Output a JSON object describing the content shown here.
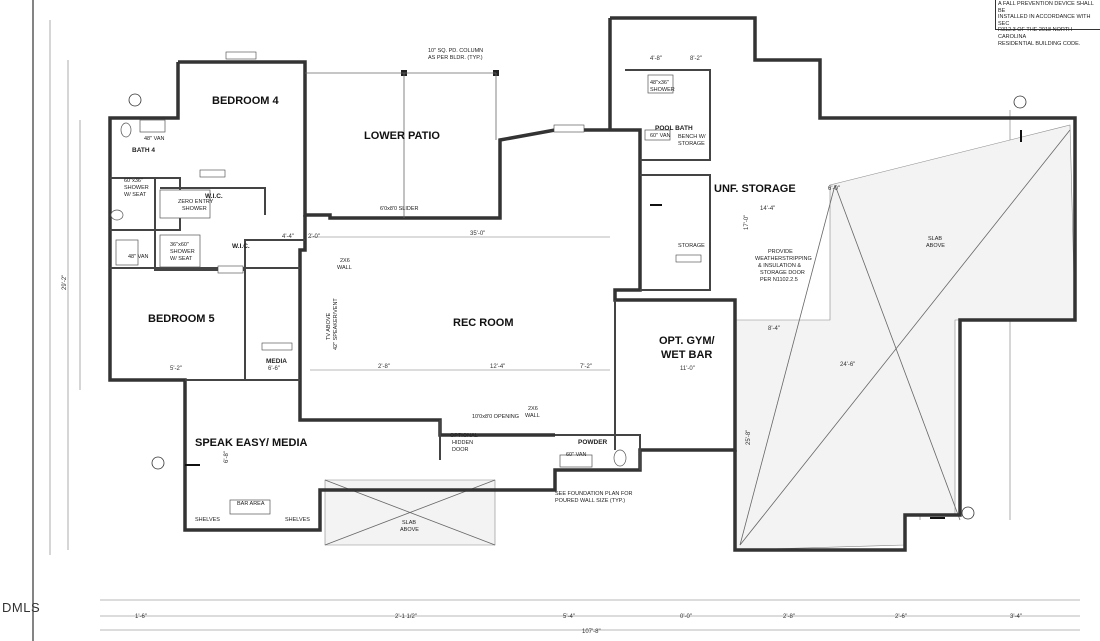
{
  "rooms": {
    "bedroom4": "BEDROOM 4",
    "lower_patio": "LOWER PATIO",
    "bath4": "BATH 4",
    "wic1": "W.I.C.",
    "wic2": "W.I.C.",
    "bedroom5": "BEDROOM 5",
    "media": "MEDIA",
    "rec_room": "REC ROOM",
    "speak_easy": "SPEAK EASY/ MEDIA",
    "powder": "POWDER",
    "opt_gym_1": "OPT. GYM/",
    "opt_gym_2": "WET BAR",
    "unf_storage": "UNF. STORAGE",
    "pool_bath": "POOL BATH",
    "storage": "STORAGE"
  },
  "notes": {
    "top_right_1": "A FALL PREVENTION DEVICE SHALL BE",
    "top_right_2": "INSTALLED IN ACCORDANCE WITH SEC",
    "top_right_3": "R312.3 OF THE 2018 NORTH CAROLINA",
    "top_right_4": "RESIDENTIAL BUILDING CODE.",
    "column_1": "10\" SQ. PD. COLUMN",
    "column_2": "AS PER BLDR. (TYP.)",
    "slider": "6'0x8'0 SLIDER",
    "zero_entry_1": "ZERO ENTRY",
    "zero_entry_2": "SHOWER",
    "shower_1": "60\"x36\"",
    "shower_1b": "SHOWER",
    "shower_1c": "W/ SEAT",
    "shower_2": "36\"x60\"",
    "shower_2b": "SHOWER",
    "shower_2c": "W/ SEAT",
    "van_48_a": "48\" VAN",
    "van_48_b": "48\" VAN",
    "van_60": "60\" VAN",
    "pool_van": "60\" VAN",
    "pool_shower_1": "48\"x36\"",
    "pool_shower_2": "SHOWER",
    "bench_1": "BENCH W/",
    "bench_2": "STORAGE",
    "provide_1": "PROVIDE",
    "provide_2": "WEATHERSTRIPPING",
    "provide_3": "& INSULATION &",
    "provide_4": "STORAGE DOOR",
    "provide_5": "PER N1102.2.5",
    "slab_above_a1": "SLAB",
    "slab_above_a2": "ABOVE",
    "slab_above_b1": "SLAB",
    "slab_above_b2": "ABOVE",
    "hidden_door_1": "OPTIONAL",
    "hidden_door_2": "HIDDEN",
    "hidden_door_3": "DOOR",
    "foundation_1": "SEE FOUNDATION PLAN FOR",
    "foundation_2": "POURED WALL SIZE (TYP.)",
    "bar_area": "BAR AREA",
    "shelves_1": "SHELVES",
    "shelves_2": "SHELVES",
    "opening": "10'0x8'0 OPENING",
    "wall_2x6_a1": "2X6",
    "wall_2x6_a2": "WALL",
    "wall_2x6_b1": "2X6",
    "wall_2x6_b2": "WALL",
    "above_1": "TV ABOVE",
    "above_2": "42\" SPEAKER/VENT"
  },
  "dimensions": {
    "d_35_0": "35'-0\"",
    "d_107_8": "107'-8\"",
    "d_24_6": "24'-6\"",
    "d_12_4": "12'-4\"",
    "d_2_8": "2'-8\"",
    "d_7_2": "7'-2\"",
    "d_5_2": "5'-2\"",
    "d_6_6": "6'-6\"",
    "d_11_0": "11'-0\"",
    "d_14_4": "14'-4\"",
    "d_6_0": "6'-0\"",
    "d_8_4": "8'-4\"",
    "d_4_4": "4'-4\"",
    "d_2_0": "2'-0\"",
    "d_4_8": "4'-8\"",
    "d_8_2": "8'-2\"",
    "d_1_6": "1'-6\"",
    "d_2_1_2": "2'-1 1/2\"",
    "d_5_4": "5'-4\"",
    "d_0_0": "0'-0\"",
    "d_2_8b": "2'-8\"",
    "d_3_4": "3'-4\"",
    "d_2_6": "2'-6\"",
    "d_17_0": "17'-0\"",
    "d_25_8": "25'-8\"",
    "d_29_2": "29'-2\"",
    "d_6_8": "6'-8\""
  },
  "watermark": "DMLS"
}
